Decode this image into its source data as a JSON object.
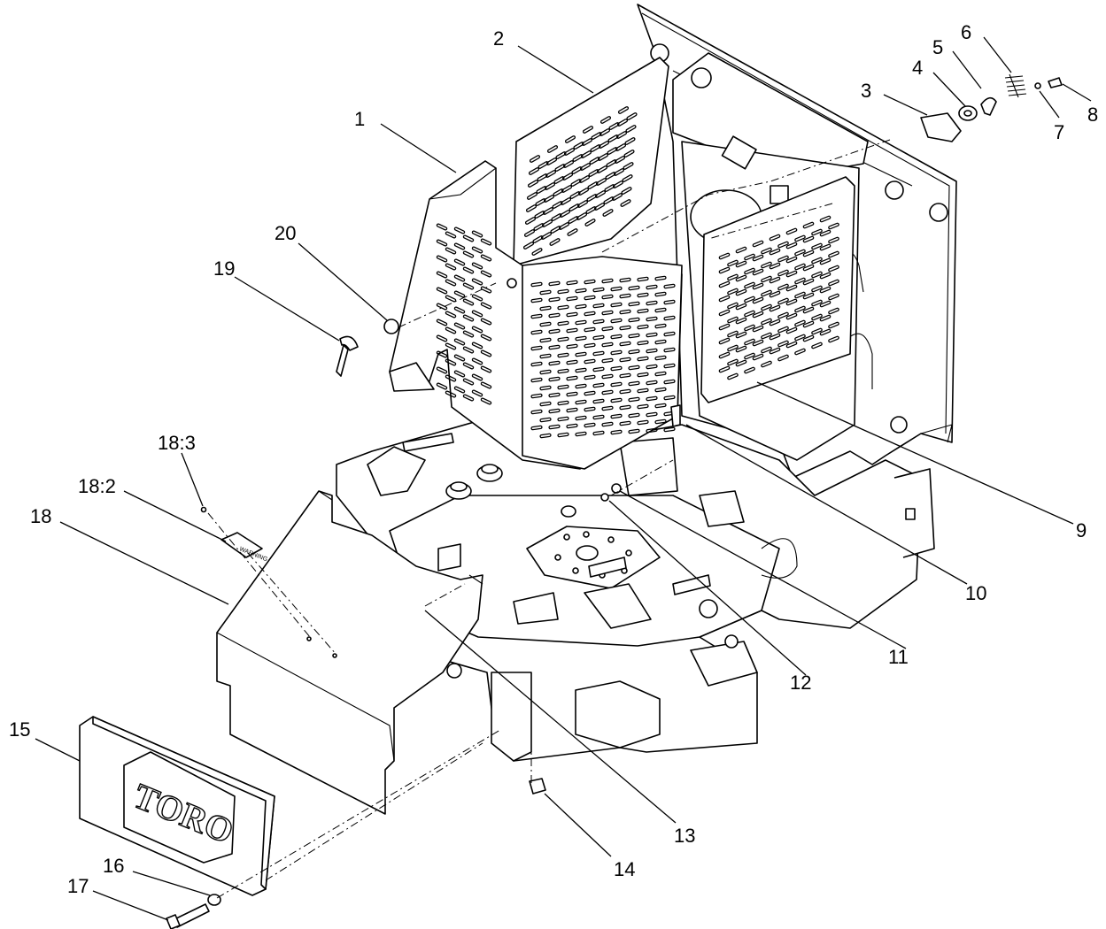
{
  "diagram": {
    "logo_text": "TORO",
    "callouts": [
      {
        "id": "c1",
        "label": "1"
      },
      {
        "id": "c2",
        "label": "2"
      },
      {
        "id": "c3",
        "label": "3"
      },
      {
        "id": "c4",
        "label": "4"
      },
      {
        "id": "c5",
        "label": "5"
      },
      {
        "id": "c6",
        "label": "6"
      },
      {
        "id": "c7",
        "label": "7"
      },
      {
        "id": "c8",
        "label": "8"
      },
      {
        "id": "c9",
        "label": "9"
      },
      {
        "id": "c10",
        "label": "10"
      },
      {
        "id": "c11",
        "label": "11"
      },
      {
        "id": "c12",
        "label": "12"
      },
      {
        "id": "c13",
        "label": "13"
      },
      {
        "id": "c14",
        "label": "14"
      },
      {
        "id": "c15",
        "label": "15"
      },
      {
        "id": "c16",
        "label": "16"
      },
      {
        "id": "c17",
        "label": "17"
      },
      {
        "id": "c18",
        "label": "18"
      },
      {
        "id": "c18_2",
        "label": "18:2"
      },
      {
        "id": "c18_3",
        "label": "18:3"
      },
      {
        "id": "c19",
        "label": "19"
      },
      {
        "id": "c20",
        "label": "20"
      }
    ]
  }
}
